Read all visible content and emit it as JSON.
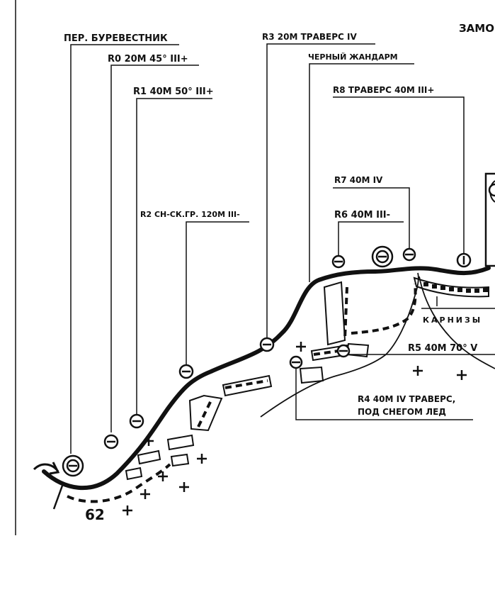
{
  "labels": {
    "pass": "ПЕР. БУРЕВЕСТНИК",
    "r0": "R0 20М 45° III+",
    "r1": "R1 40М 50° III+",
    "r2": "R2 СН-СК.ГР. 120М III-",
    "r3": "R3 20М ТРАВЕРС IV",
    "gendarme": "ЧЕРНЫЙ ЖАНДАРМ",
    "r8": "R8 ТРАВЕРС 40М III+",
    "r7": "R7 40М IV",
    "r6": "R6 40М III-",
    "castle": "ЗАМО",
    "cornices": "КАРНИЗЫ",
    "r5": "R5 40М 70° V",
    "r4_line1": "R4 40М IV ТРАВЕРС,",
    "r4_line2": "ПОД СНЕГОМ ЛЕД",
    "camp": "62"
  },
  "colors": {
    "ink": "#111111",
    "paper": "#ffffff"
  }
}
